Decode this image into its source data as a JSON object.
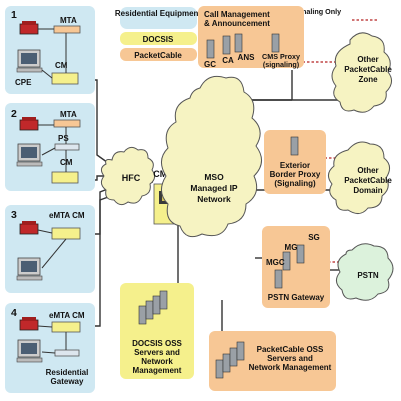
{
  "colors": {
    "residential": "#cfe8f2",
    "docsis": "#f5f08c",
    "packetcable": "#f7c795",
    "cloud": "#f6f3c2",
    "pstn_cloud": "#dcf2dc",
    "line": "#333333",
    "dashed": "#b52020"
  },
  "legend": {
    "residential": "Residential Equipment",
    "docsis": "DOCSIS",
    "packetcable": "PacketCable",
    "signaling_only": "Signaling Only"
  },
  "homes": [
    {
      "number": "1",
      "labels": [
        "MTA",
        "CPE",
        "CM"
      ]
    },
    {
      "number": "2",
      "labels": [
        "MTA",
        "PS",
        "CM"
      ]
    },
    {
      "number": "3",
      "labels": [
        "eMTA CM"
      ]
    },
    {
      "number": "4",
      "labels": [
        "eMTA CM",
        "Residential",
        "Gateway"
      ]
    }
  ],
  "hfc": "HFC",
  "cmts": "CMTS",
  "mso": [
    "MSO",
    "Managed IP",
    "Network"
  ],
  "call_mgmt": {
    "title": [
      "Call Management",
      "& Announcement"
    ],
    "servers": [
      "GC",
      "CA",
      "ANS"
    ],
    "proxy": [
      "CMS Proxy",
      "(signaling)"
    ]
  },
  "other_zone": [
    "Other",
    "PacketCable",
    "Zone"
  ],
  "border_proxy": [
    "Exterior",
    "Border Proxy",
    "(Signaling)"
  ],
  "other_domain": [
    "Other",
    "PacketCable",
    "Domain"
  ],
  "pstn_gateway": {
    "labels": [
      "MG",
      "SG",
      "MGC"
    ],
    "title": "PSTN Gateway"
  },
  "pstn": "PSTN",
  "docsis_oss": [
    "DOCSIS OSS",
    "Servers and",
    "Network",
    "Management"
  ],
  "pc_oss": [
    "PacketCable OSS",
    "Servers and",
    "Network Management"
  ]
}
